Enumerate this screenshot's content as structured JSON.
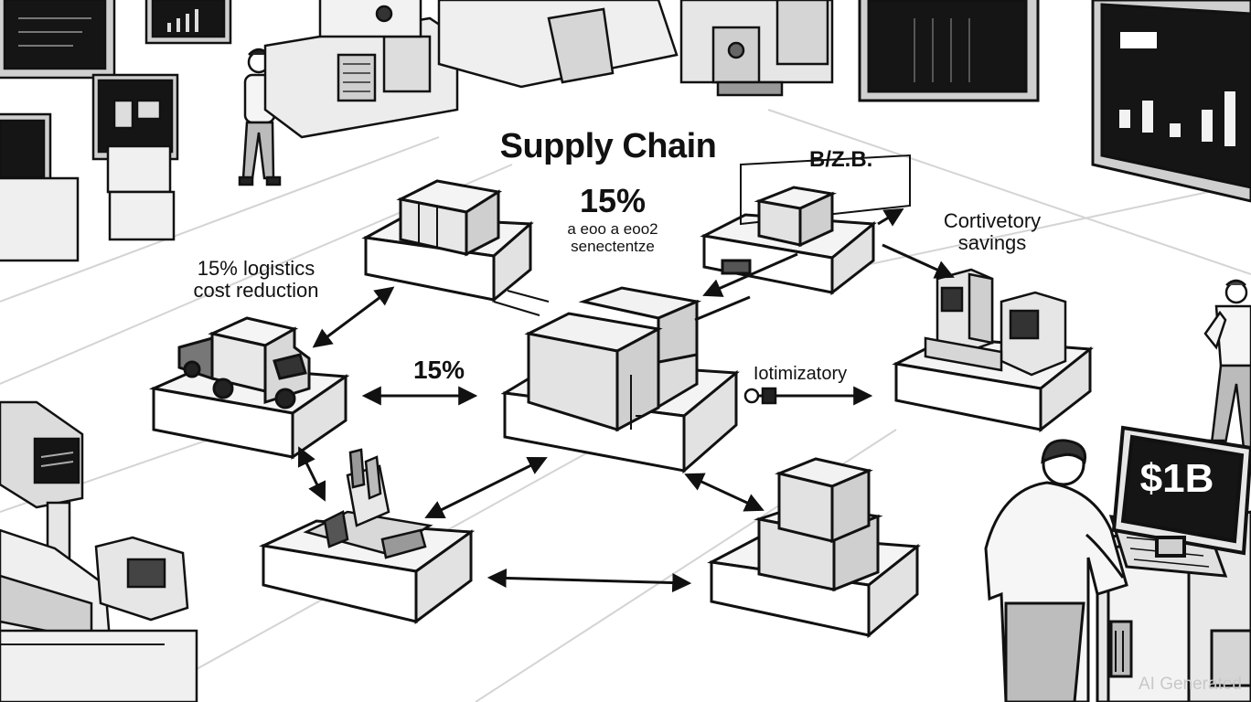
{
  "diagram": {
    "title": "Supply Chain",
    "top_stat": "15%",
    "top_subtext_line1": "a eoo a eoo2",
    "top_subtext_line2": "senectentze",
    "scribble_text": "B/Z.B.",
    "left_label_line1": "15% logistics",
    "left_label_line2": "cost reduction",
    "middle_stat": "15%",
    "right_label": "Iotimizatory",
    "savings_line1": "Cortivetory",
    "savings_line2": "savings",
    "monitor_value": "$1B",
    "watermark": "AI Generated"
  },
  "nodes": [
    {
      "id": "warehouse-boxes",
      "icon": "boxes-icon"
    },
    {
      "id": "central-hub",
      "icon": "large-boxes-icon"
    },
    {
      "id": "truck",
      "icon": "truck-icon"
    },
    {
      "id": "factory",
      "icon": "machinery-icon"
    },
    {
      "id": "stacked-boxes",
      "icon": "stacked-boxes-icon"
    },
    {
      "id": "smart-warehouse",
      "icon": "machines-icon"
    },
    {
      "id": "transport-cart",
      "icon": "cart-icon"
    }
  ],
  "colors": {
    "line": "#1a1a1a",
    "fill_light": "#f2f2f2",
    "fill_mid": "#dcdcdc",
    "fill_dark": "#bdbdbd",
    "screen": "#141414",
    "watermark": "#c8c8c8"
  }
}
